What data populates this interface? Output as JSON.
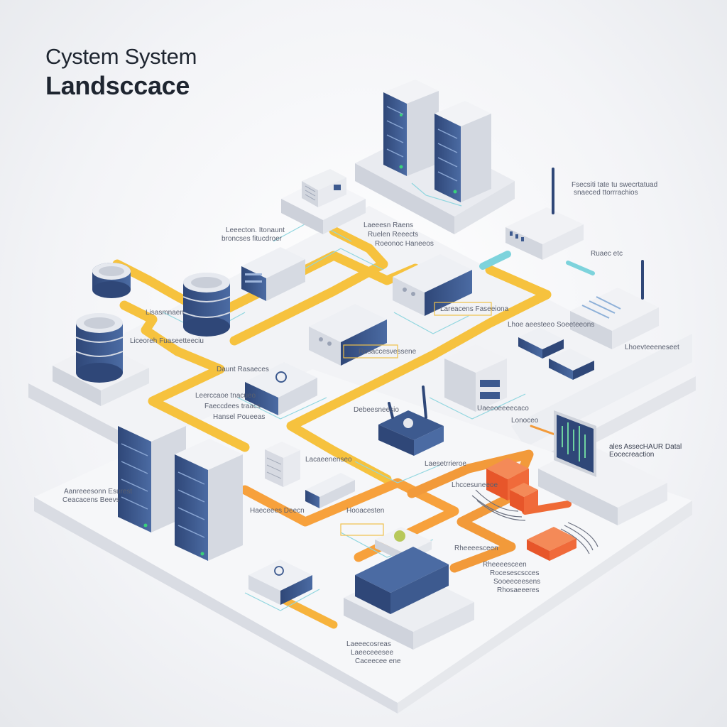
{
  "title": {
    "line1": "Cystem System",
    "line2": "Landsccace"
  },
  "labels": {
    "top_right": [
      "Fsecsiti tate tu swecrtatuad",
      "snaeced ttorrrachios"
    ],
    "top_left": [
      "Leeecton. Itonaunt",
      "broncses fitucdroer"
    ],
    "top_center": [
      "Laeeesn Raens",
      "Ruelen Reeects",
      "Roeonoc Haneeos"
    ],
    "right_small": "Ruaec etc",
    "left_upper": "Lisasmnaen",
    "left_db": "Liceoreh Fuaseetteeciu",
    "mid_left": "Daunt Rasaeces",
    "mid_center_a": "Rosaccesvessene",
    "mid_center_b": "Lareacens Faseeiona",
    "right_mid": "Lhoe aeesteeo Soeeteeons",
    "right_router": "Lhoevteeeneseet",
    "mid_box": "Uaeeoeeeecaco",
    "left_lower": [
      "Leerccaoe tnacueo",
      "Faeccdees traacs",
      "Hansel Poueeas"
    ],
    "mid_lower": "Debeesneesio",
    "router_mid": "Laesetrrieroe",
    "right_monitor_a": "Lonoceo",
    "right_monitor_b": [
      "ales AssecHAUR Datal",
      "Eocecreaction"
    ],
    "fw_label": "Lhccesuneeoe",
    "left_bottom": [
      "Aanreeesonn Esurest",
      "Ceacacens Beevs"
    ],
    "center_bottom_a": "Haeceees Deecn",
    "center_bottom_b": "Lacaeenenseo",
    "center_bottom_c": "Hooacesten",
    "bottom_right": [
      "Rheeeesceen",
      "Rocesescscces",
      "Sooeeceesens",
      "Rhosaeeeres"
    ],
    "bottom": [
      "Laeeecosreas",
      "Laeeceeesee",
      "Caceecee ene"
    ]
  },
  "colors": {
    "accent_yellow": "#f6c23e",
    "accent_orange": "#f7a13c",
    "accent_red": "#ef6a36",
    "device_blue": "#3d5a8f",
    "platform": "#e7e9ee",
    "link_cyan": "#7dd3dc"
  }
}
